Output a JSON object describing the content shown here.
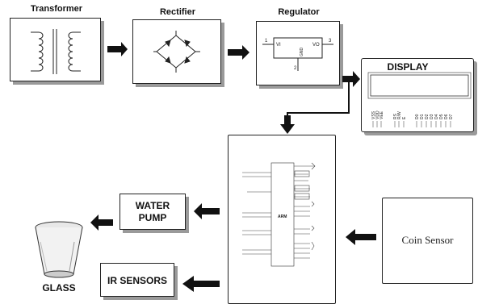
{
  "blocks": {
    "transformer": "Transformer",
    "rectifier": "Rectifier",
    "regulator": "Regulator",
    "display": "DISPLAY",
    "water_pump_line1": "WATER",
    "water_pump_line2": "PUMP",
    "ir_sensors": "IR SENSORS",
    "coin_sensor": "Coin Sensor",
    "glass": "GLASS",
    "arm": "ARM"
  },
  "regulator_pins": {
    "in_num": "1",
    "in_label": "VI",
    "out_num": "3",
    "out_label": "VO",
    "gnd_label": "GND",
    "gnd_num": "2"
  },
  "display_pins": [
    "VSS",
    "VDD",
    "VEE",
    "RS",
    "R/W",
    "E",
    "D0",
    "D1",
    "D2",
    "D3",
    "D4",
    "D5",
    "D6",
    "D7"
  ]
}
